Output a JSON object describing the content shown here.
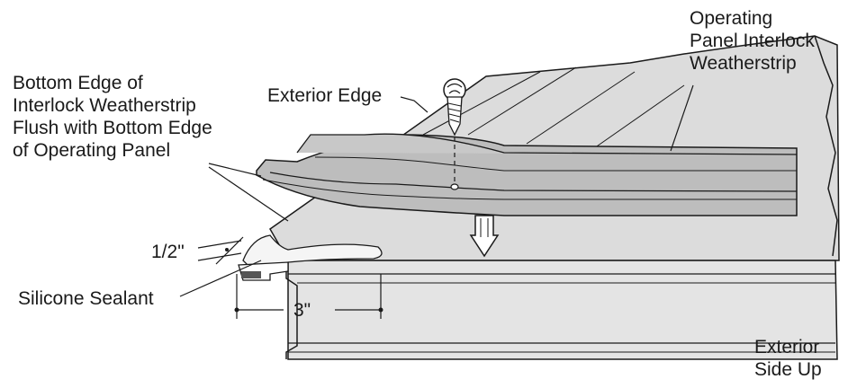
{
  "labels": {
    "operating_panel": [
      "Operating",
      "Panel Interlock",
      "Weatherstrip"
    ],
    "bottom_edge": [
      "Bottom Edge of",
      "Interlock Weatherstrip",
      "Flush with Bottom Edge",
      "of Operating Panel"
    ],
    "exterior_edge": "Exterior Edge",
    "half_inch": "1/2\"",
    "silicone": "Silicone Sealant",
    "three_inch": "3\"",
    "exterior_side": [
      "Exterior",
      "Side Up"
    ]
  },
  "colors": {
    "line": "#1a1a1a",
    "panel_fill": "#d9d9d9",
    "panel_face": "#e6e6e6",
    "weatherstrip": "#b8b8b8",
    "weatherstrip_light": "#cfcfcf",
    "sealant": "#f2f2f2"
  }
}
